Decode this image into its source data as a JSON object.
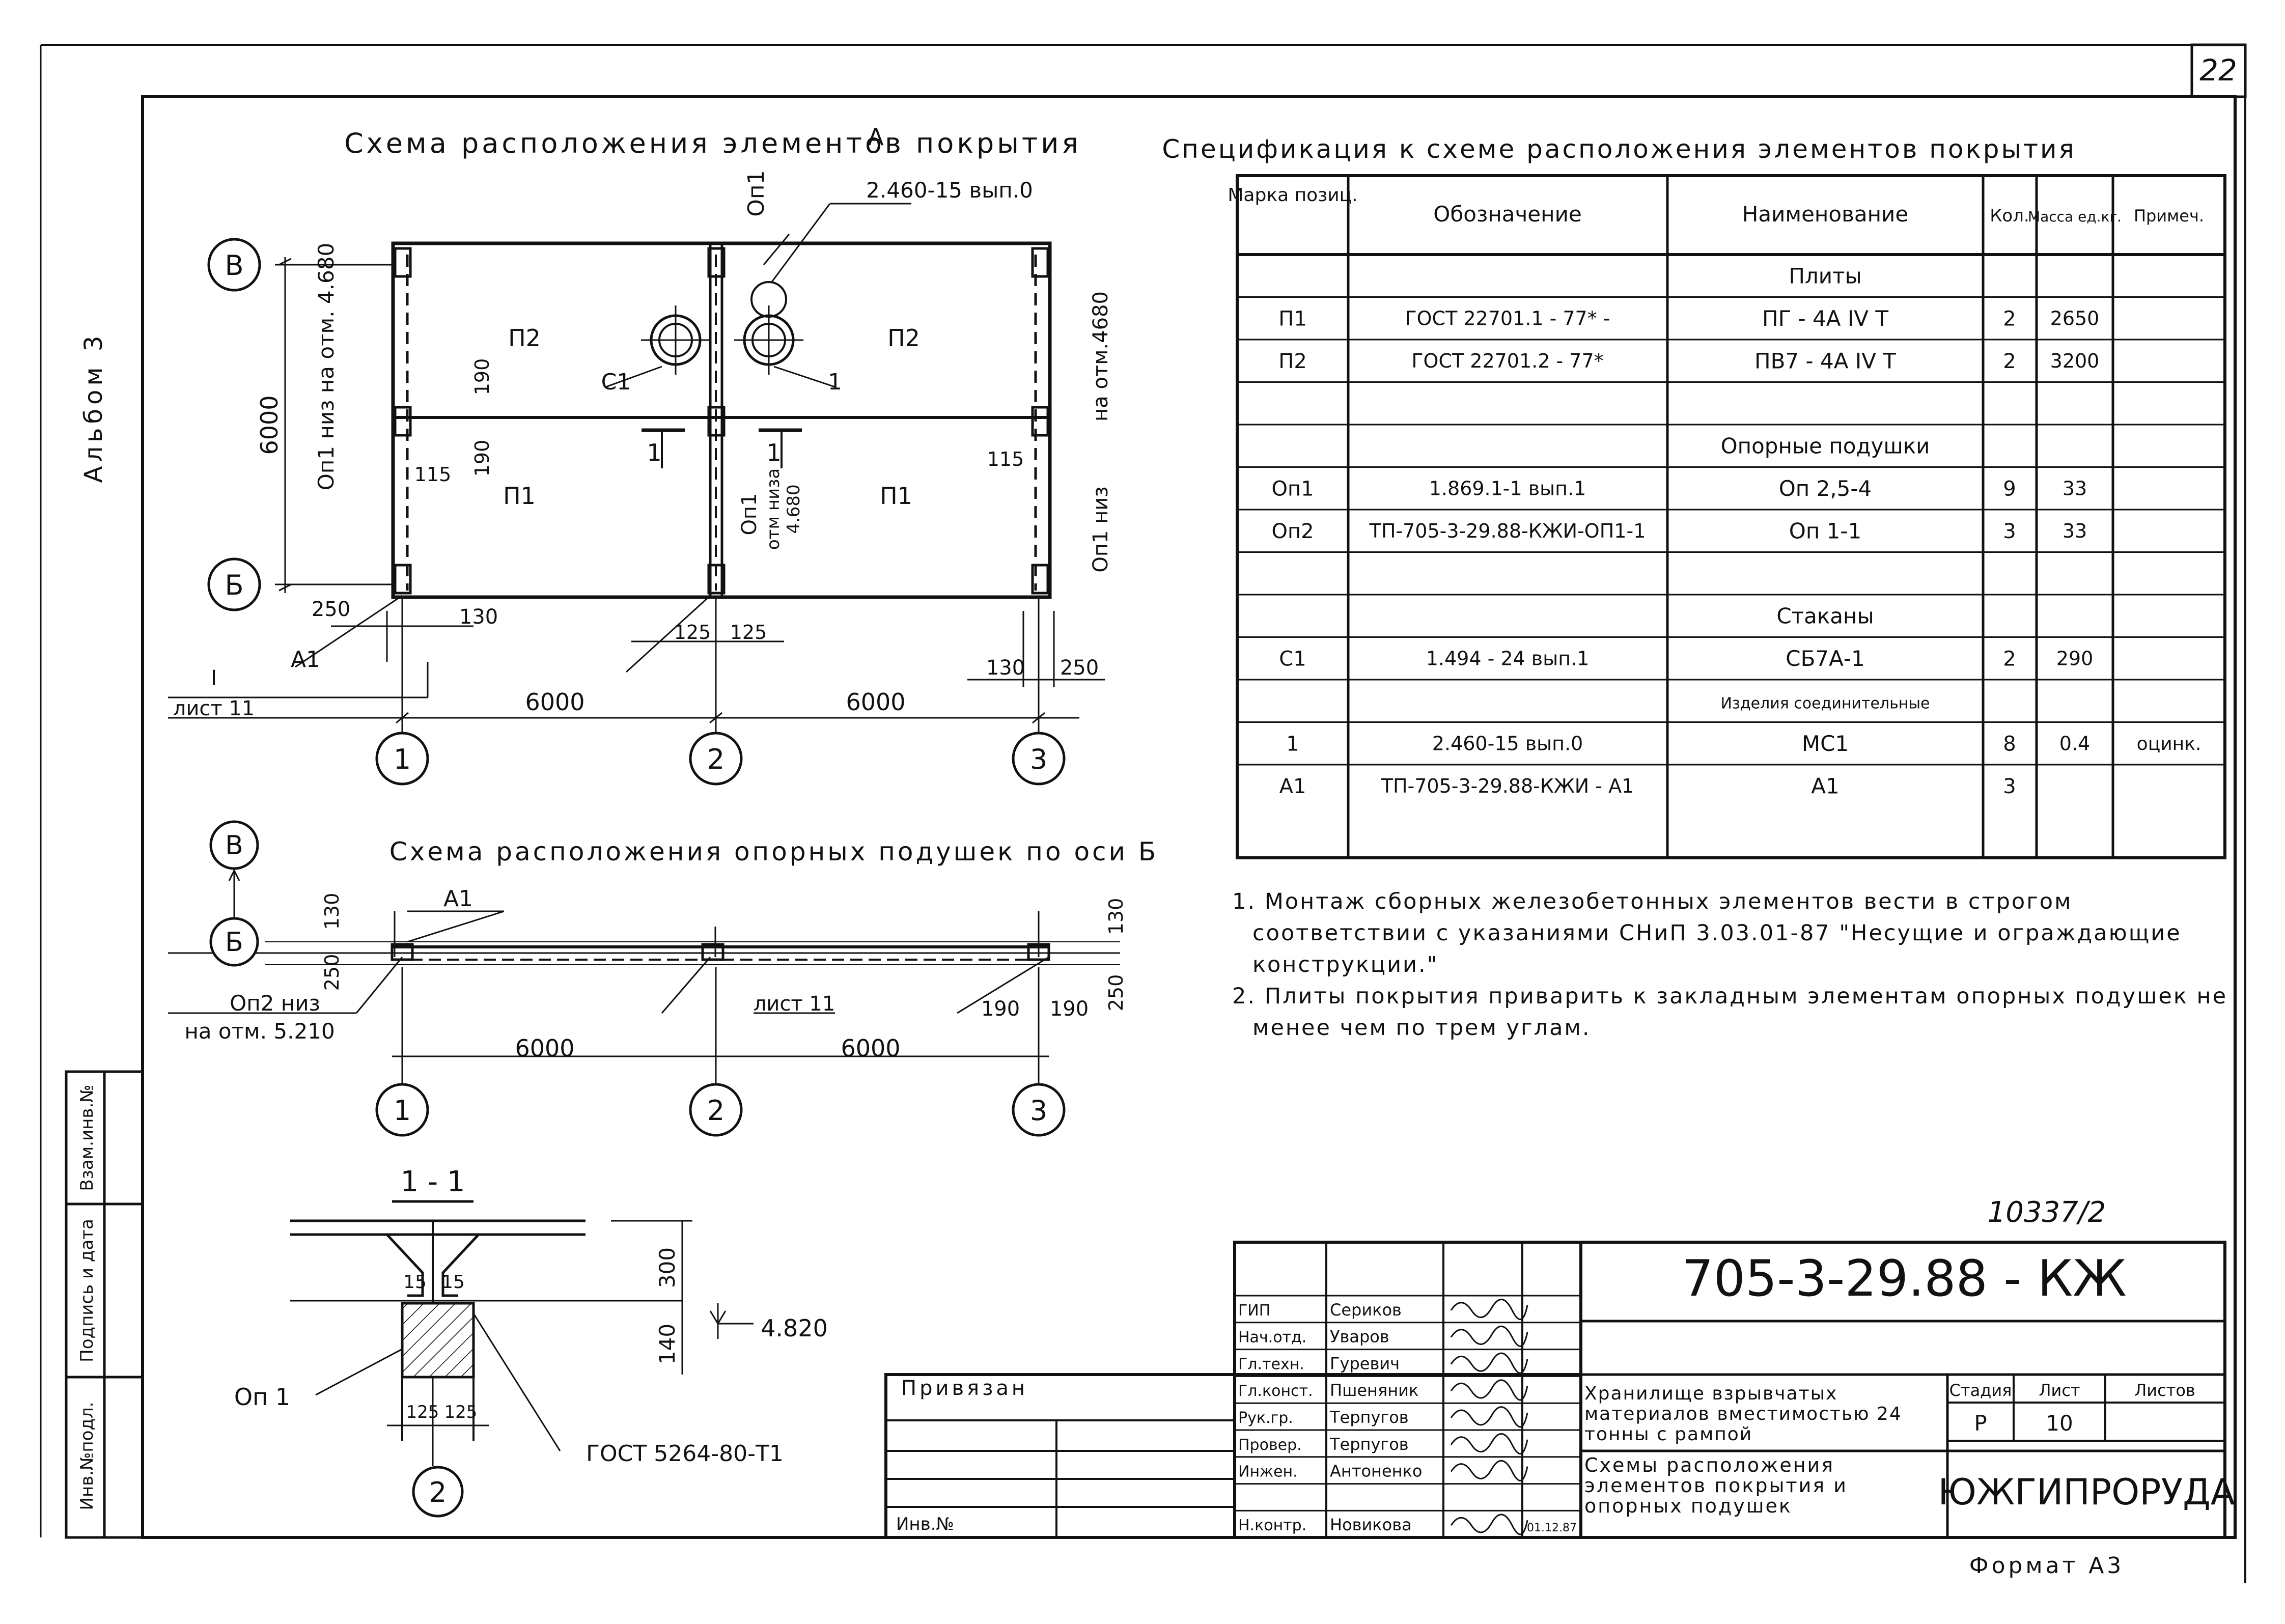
{
  "page_number": "22",
  "album_label": "Альбом 3",
  "stamp_columns": [
    "Инв.№подл.",
    "Подпись и дата",
    "Взам.инв.№"
  ],
  "plan": {
    "title": "Схема расположения элементов покрытия",
    "axes_rows": [
      "В",
      "Б"
    ],
    "axes_cols": [
      "1",
      "2",
      "3"
    ],
    "dim_span_1": "6000",
    "dim_span_2": "6000",
    "dim_height": "6000",
    "dim_250_left": "250",
    "dim_130_left": "130",
    "dim_125_a": "125",
    "dim_125_b": "125",
    "dim_130_right": "130",
    "dim_250_right": "250",
    "dim_190_a": "190",
    "dim_190_b": "190",
    "dim_115_left": "115",
    "dim_115_right": "115",
    "slab_p2_left": "П2",
    "slab_p2_right": "П2",
    "slab_p1_left": "П1",
    "slab_p1_right": "П1",
    "label_c1": "С1",
    "label_1": "1",
    "label_a1": "А1",
    "label_op1_top": "Оп1",
    "label_ref_a": "А",
    "label_ref_a_doc": "2.460-15 вып.0",
    "label_left_vertical": "Оп1 низ на отм. 4.680",
    "label_right_vertical_top": "на отм.4680",
    "label_right_vertical_bottom": "Оп1 низ",
    "label_mid_vertical_1": "Оп1",
    "label_mid_vertical_2": "отм низа",
    "label_mid_vertical_3": "4.680",
    "section_mark_left": "1",
    "section_mark_right": "1",
    "sheet_ref_num": "I",
    "sheet_ref": "лист 11"
  },
  "pads": {
    "title": "Схема расположения опорных подушек по оси Б",
    "axis_top": "В",
    "axis_bottom": "Б",
    "label_a1": "А1",
    "label_op2": "Оп2 низ",
    "label_op2_level": "на отм. 5.210",
    "sheet_ref": "лист 11",
    "dim_130_left": "130",
    "dim_250_left": "250",
    "dim_130_right": "130",
    "dim_250_right": "250",
    "dim_190_a": "190",
    "dim_190_b": "190",
    "dim_span_1": "6000",
    "dim_span_2": "6000",
    "axes_cols": [
      "1",
      "2",
      "3"
    ]
  },
  "section": {
    "title": "1 - 1",
    "dim_300": "300",
    "dim_140": "140",
    "dim_15_a": "15",
    "dim_15_b": "15",
    "dim_125_a": "125",
    "dim_125_b": "125",
    "level": "4.820",
    "label_op1": "Оп 1",
    "label_angle": "ГОСТ 5264-80-Т1",
    "axis": "2"
  },
  "spec": {
    "title": "Спецификация к схеме расположения элементов покрытия",
    "headers": [
      "Марка позиц.",
      "Обозначение",
      "Наименование",
      "Кол.",
      "Масса ед.кг.",
      "Примеч."
    ],
    "rows": [
      {
        "mark": "",
        "designation": "",
        "name": "Плиты",
        "qty": "",
        "mass": "",
        "note": ""
      },
      {
        "mark": "П1",
        "designation": "ГОСТ 22701.1 - 77* -",
        "name": "ПГ - 4А IV Т",
        "qty": "2",
        "mass": "2650",
        "note": ""
      },
      {
        "mark": "П2",
        "designation": "ГОСТ 22701.2 - 77*",
        "name": "ПВ7 - 4А IV Т",
        "qty": "2",
        "mass": "3200",
        "note": ""
      },
      {
        "mark": "",
        "designation": "",
        "name": "",
        "qty": "",
        "mass": "",
        "note": ""
      },
      {
        "mark": "",
        "designation": "",
        "name": "Опорные подушки",
        "qty": "",
        "mass": "",
        "note": ""
      },
      {
        "mark": "Оп1",
        "designation": "1.869.1-1 вып.1",
        "name": "Оп 2,5-4",
        "qty": "9",
        "mass": "33",
        "note": ""
      },
      {
        "mark": "Оп2",
        "designation": "ТП-705-3-29.88-КЖИ-ОП1-1",
        "name": "Оп 1-1",
        "qty": "3",
        "mass": "33",
        "note": ""
      },
      {
        "mark": "",
        "designation": "",
        "name": "",
        "qty": "",
        "mass": "",
        "note": ""
      },
      {
        "mark": "",
        "designation": "",
        "name": "Стаканы",
        "qty": "",
        "mass": "",
        "note": ""
      },
      {
        "mark": "С1",
        "designation": "1.494 - 24 вып.1",
        "name": "СБ7А-1",
        "qty": "2",
        "mass": "290",
        "note": ""
      },
      {
        "mark": "",
        "designation": "",
        "name": "Изделия соединительные",
        "qty": "",
        "mass": "",
        "note": ""
      },
      {
        "mark": "1",
        "designation": "2.460-15 вып.0",
        "name": "МС1",
        "qty": "8",
        "mass": "0.4",
        "note": "оцинк."
      },
      {
        "mark": "А1",
        "designation": "ТП-705-3-29.88-КЖИ - А1",
        "name": "А1",
        "qty": "3",
        "mass": "",
        "note": ""
      }
    ]
  },
  "notes": [
    "1. Монтаж сборных железобетонных элементов вести в строгом соответствии с указаниями СНиП 3.03.01-87 \"Несущие и ограждающие конструкции.\"",
    "2. Плиты покрытия приварить к закладным элементам опорных подушек не менее чем по трем углам."
  ],
  "title_block": {
    "doc_ref": "10337/2",
    "code": "705-3-29.88 - КЖ",
    "privyazan": "Привязан",
    "inv": "Инв.№",
    "roles": [
      {
        "role": "ГИП",
        "name": "Сериков"
      },
      {
        "role": "Нач.отд.",
        "name": "Уваров"
      },
      {
        "role": "Гл.техн.",
        "name": "Гуревич"
      },
      {
        "role": "Гл.конст.",
        "name": "Пшеняник"
      },
      {
        "role": "Рук.гр.",
        "name": "Терпугов"
      },
      {
        "role": "Провер.",
        "name": "Терпугов"
      },
      {
        "role": "Инжен.",
        "name": "Антоненко"
      },
      {
        "role": "",
        "name": ""
      },
      {
        "role": "Н.контр.",
        "name": "Новикова"
      }
    ],
    "date": "01.12.87",
    "object_name": "Хранилище взрывчатых материалов вместимостью 24 тонны с рампой",
    "sheet_name": "Схемы расположения элементов покрытия и опорных подушек",
    "stage_label": "Стадия",
    "sheet_label": "Лист",
    "sheets_label": "Листов",
    "stage": "Р",
    "sheet": "10",
    "sheets": "",
    "org": "ЮЖГИПРОРУДА",
    "format": "Формат А3"
  }
}
